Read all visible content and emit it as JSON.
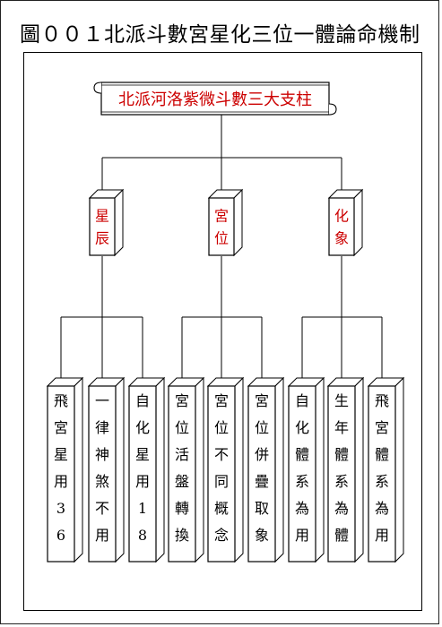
{
  "title": "圖００１北派斗數宮星化三位一體論命機制",
  "root": {
    "label": "北派河洛紫微斗數三大支柱",
    "color": "#cc0000"
  },
  "pillars": [
    {
      "label": "星辰",
      "color": "#cc0000",
      "children": [
        "飛宮星用36",
        "一律神煞不用",
        "自化星用18"
      ]
    },
    {
      "label": "宮位",
      "color": "#cc0000",
      "children": [
        "宮位活盤轉換",
        "宮位不同概念",
        "宮位併疊取象"
      ]
    },
    {
      "label": "化象",
      "color": "#cc0000",
      "children": [
        "自化體系為用",
        "生年體系為體",
        "飛宮體系為用"
      ]
    }
  ]
}
